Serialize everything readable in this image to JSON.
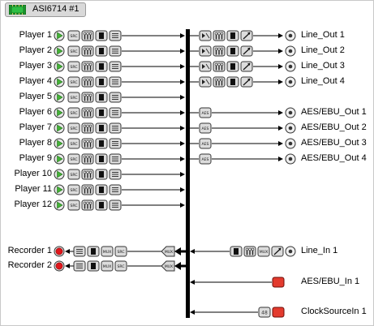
{
  "device": {
    "title": "ASI6714 #1",
    "icon": "circuit-board-icon"
  },
  "players": [
    "Player  1",
    "Player  2",
    "Player  3",
    "Player  4",
    "Player  5",
    "Player  6",
    "Player  7",
    "Player  8",
    "Player  9",
    "Player 10",
    "Player 11",
    "Player 12"
  ],
  "recorders": [
    "Recorder  1",
    "Recorder  2"
  ],
  "line_outs": [
    "Line_Out  1",
    "Line_Out  2",
    "Line_Out  3",
    "Line_Out  4"
  ],
  "aes_outs": [
    "AES/EBU_Out  1",
    "AES/EBU_Out  2",
    "AES/EBU_Out  3",
    "AES/EBU_Out  4"
  ],
  "inputs": {
    "line_in": "Line_In  1",
    "aes_in": "AES/EBU_In  1",
    "clock": "ClockSourceIn  1"
  },
  "block_labels": {
    "src": "SRC",
    "aes": "AES",
    "mux": "MUX",
    "hw": "48"
  },
  "colors": {
    "play_green": "#44b236",
    "record_red": "#e0161b",
    "aes_in_red": "#e33b2e",
    "bus": "#000000"
  }
}
